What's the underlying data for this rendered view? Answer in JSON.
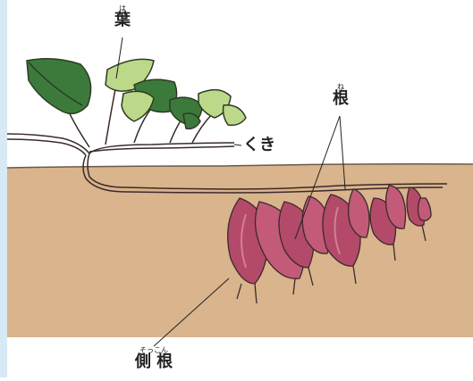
{
  "labels": {
    "leaf": {
      "text": "葉",
      "ruby": "は"
    },
    "root": {
      "text": "根",
      "ruby": "ね"
    },
    "stem": {
      "text": "くき"
    },
    "side_root": {
      "text": "側 根",
      "ruby": "そっこん"
    }
  },
  "colors": {
    "sidebar": "#d7e9f4",
    "soil": "#d9b48c",
    "soil_line": "#6a5a48",
    "leaf_dark": "#3c7a3c",
    "leaf_light": "#bcd98a",
    "tuber": "#b34a6a",
    "tuber_light": "#d77d94",
    "outline": "#3a2a2a"
  }
}
